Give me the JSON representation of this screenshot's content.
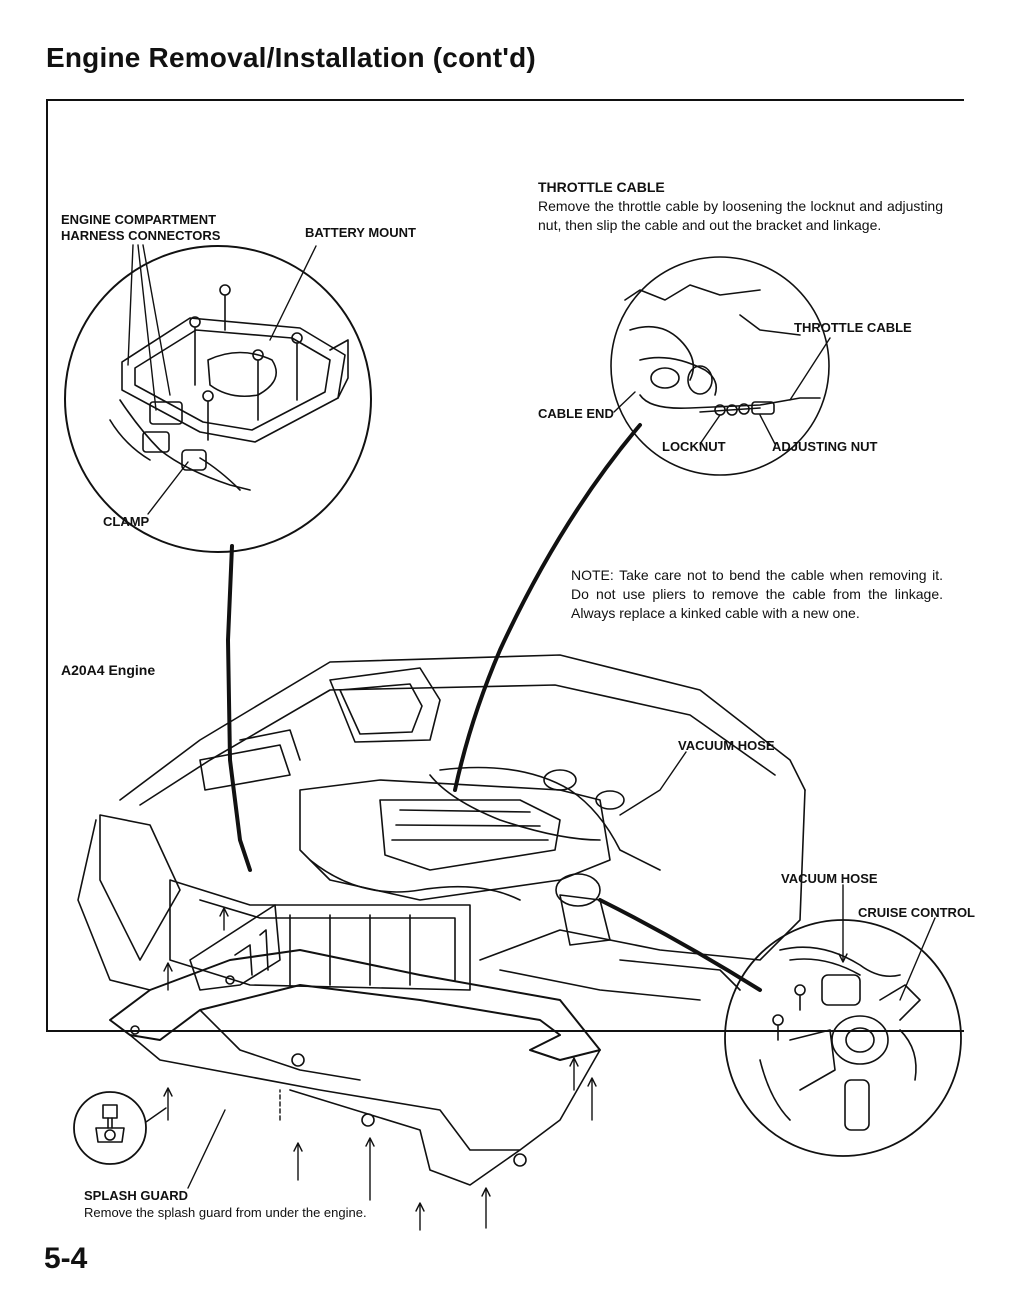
{
  "page": {
    "title": "Engine Removal/Installation (cont'd)",
    "page_number": "5-4"
  },
  "callouts": {
    "harness_connectors": [
      "ENGINE COMPARTMENT",
      "HARNESS CONNECTORS"
    ],
    "battery_mount": "BATTERY MOUNT",
    "clamp": "CLAMP",
    "engine_label": "A20A4 Engine",
    "throttle_cable_small": "THROTTLE CABLE",
    "cable_end": "CABLE END",
    "locknut": "LOCKNUT",
    "adjusting_nut": "ADJUSTING NUT",
    "vacuum_hose_1": "VACUUM HOSE",
    "vacuum_hose_2": "VACUUM HOSE",
    "cruise_control": "CRUISE CONTROL"
  },
  "throttle_section": {
    "heading": "THROTTLE CABLE",
    "body": "Remove the throttle cable by loosening the locknut and adjusting nut, then slip the cable and out the bracket and linkage."
  },
  "note": "NOTE: Take care not to bend the cable when removing it. Do not use pliers to remove the cable from the linkage. Always replace a kinked cable with a new one.",
  "splash_guard": {
    "heading": "SPLASH GUARD",
    "body": "Remove the splash guard from under the engine."
  }
}
